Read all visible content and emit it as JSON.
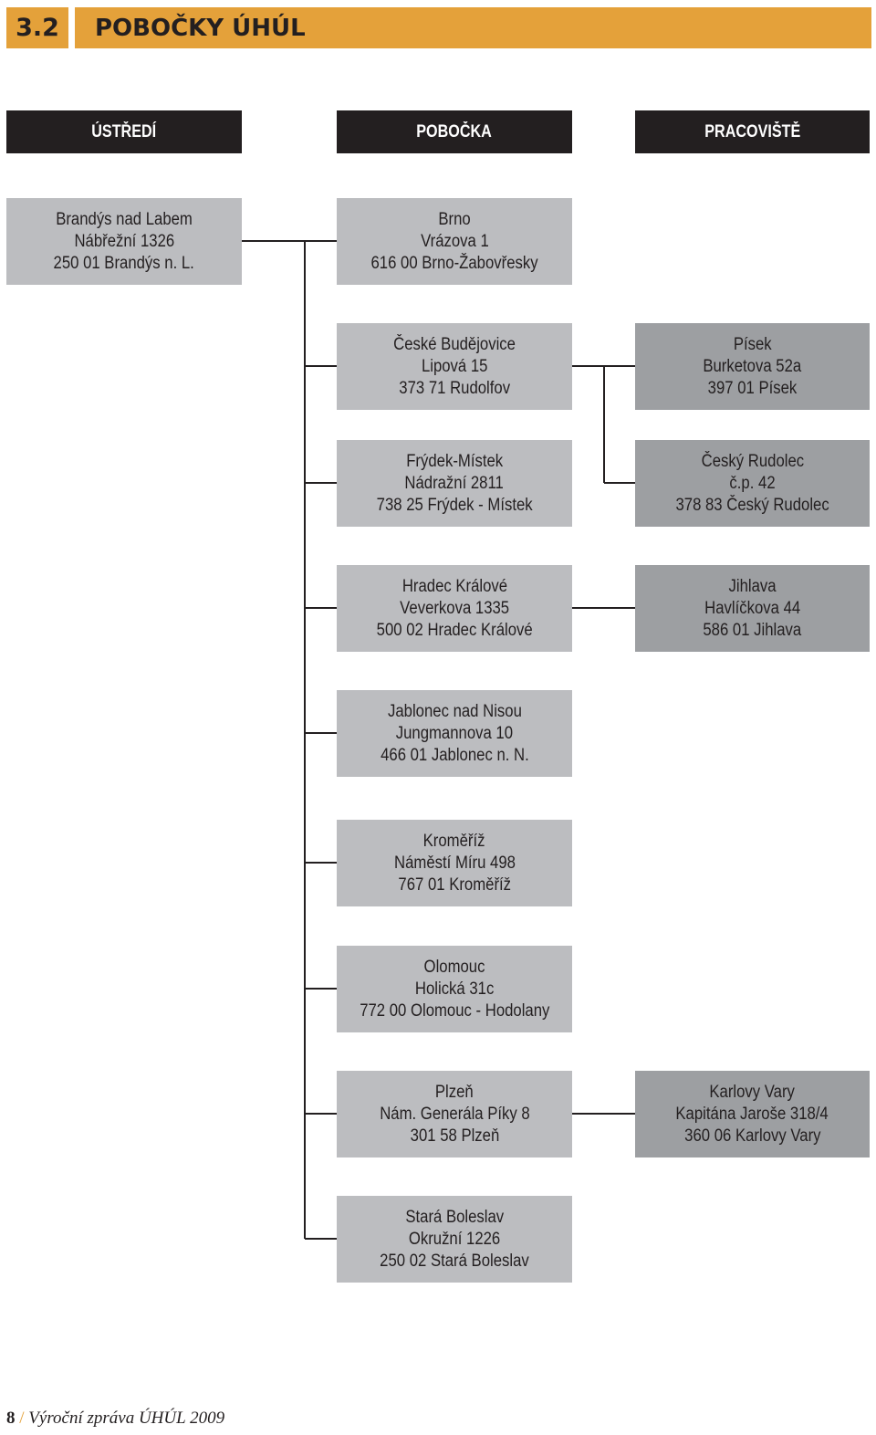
{
  "section": {
    "number": "3.2",
    "title": "POBOČKY ÚHÚL"
  },
  "columns": [
    "ÚSTŘEDÍ",
    "POBOČKA",
    "PRACOVIŠTĚ"
  ],
  "ustredi": {
    "lines": [
      "Brandýs nad Labem",
      "Nábřežní 1326",
      "250 01 Brandýs n. L."
    ]
  },
  "pobocky": [
    {
      "lines": [
        "Brno",
        "Vrázova 1",
        "616 00 Brno-Žabovřesky"
      ]
    },
    {
      "lines": [
        "České Budějovice",
        "Lipová 15",
        "373 71 Rudolfov"
      ]
    },
    {
      "lines": [
        "Frýdek-Místek",
        "Nádražní 2811",
        "738 25 Frýdek - Místek"
      ]
    },
    {
      "lines": [
        "Hradec Králové",
        "Veverkova 1335",
        "500 02 Hradec Králové"
      ]
    },
    {
      "lines": [
        "Jablonec nad Nisou",
        "Jungmannova 10",
        "466 01 Jablonec n. N."
      ]
    },
    {
      "lines": [
        "Kroměříž",
        "Náměstí Míru 498",
        "767 01 Kroměříž"
      ]
    },
    {
      "lines": [
        "Olomouc",
        "Holická 31c",
        "772 00 Olomouc - Hodolany"
      ]
    },
    {
      "lines": [
        "Plzeň",
        "Nám. Generála Píky 8",
        "301 58 Plzeň"
      ]
    },
    {
      "lines": [
        "Stará Boleslav",
        "Okružní 1226",
        "250 02 Stará Boleslav"
      ]
    }
  ],
  "pracoviste": [
    {
      "lines": [
        "Písek",
        "Burketova 52a",
        "397 01 Písek"
      ]
    },
    {
      "lines": [
        "Český Rudolec",
        "č.p. 42",
        "378 83 Český Rudolec"
      ]
    },
    {
      "lines": [
        "Jihlava",
        "Havlíčkova 44",
        "586 01 Jihlava"
      ]
    },
    {
      "lines": [
        "Karlovy Vary",
        "Kapitána Jaroše 318/4",
        "360 06 Karlovy Vary"
      ]
    }
  ],
  "footer": {
    "page": "8",
    "separator": "/",
    "title": "Výroční zpráva ÚHÚL 2009"
  },
  "colors": {
    "accent": "#e4a13a",
    "header": "#231f20",
    "box_light": "#bcbdc0",
    "box_dark": "#9d9fa2"
  }
}
